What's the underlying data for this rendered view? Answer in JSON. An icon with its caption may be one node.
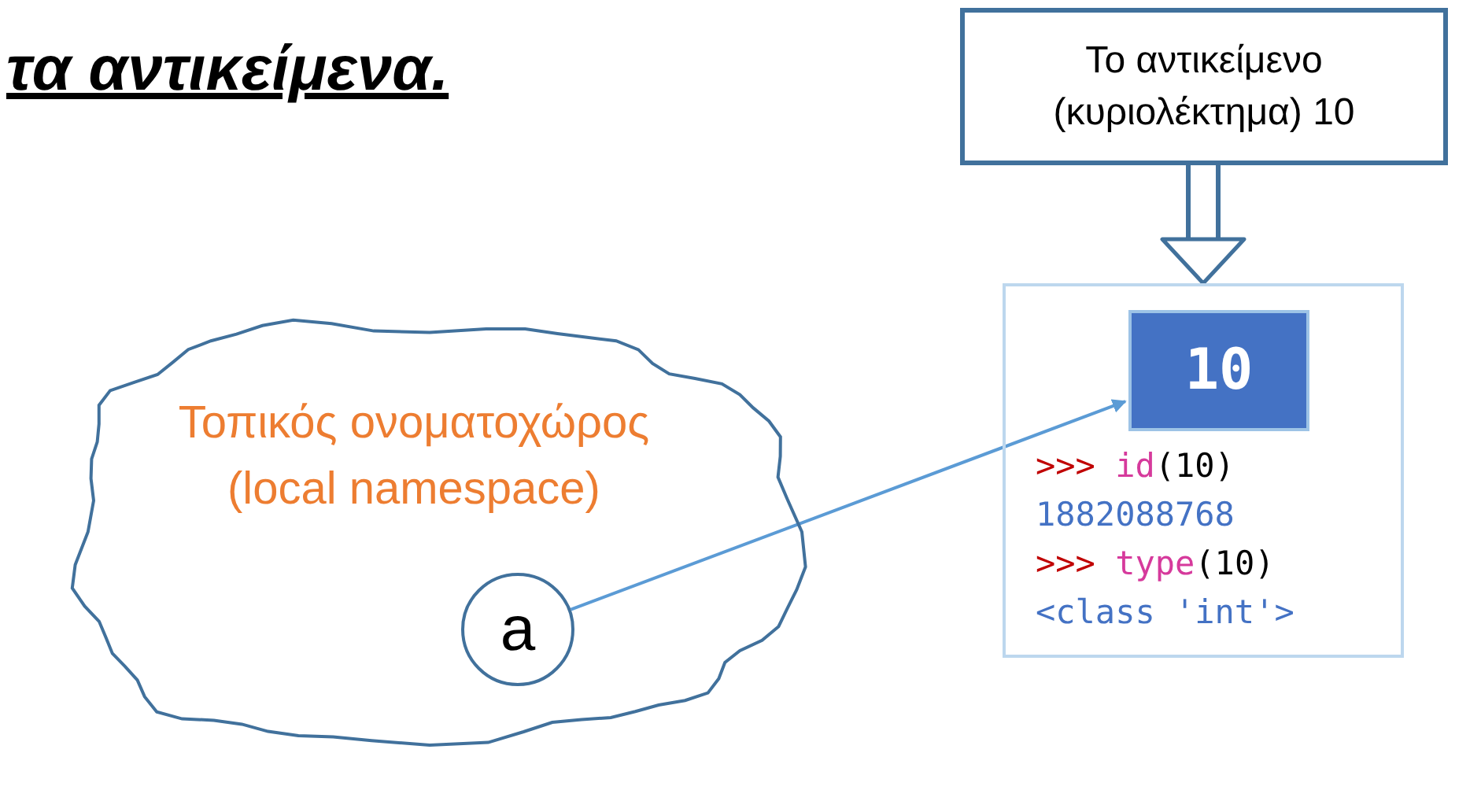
{
  "diagram": {
    "title": "τα αντικείμενα.",
    "nodes": [
      {
        "text": [
          "Τοπικός ονοματοχώρος (local namespace)"
        ]
      },
      {
        "text": [
          "a"
        ],
        "in": 0
      },
      {
        "text": [
          "Το αντικείμενο (κυριολέκτημα) 10"
        ]
      },
      {
        "text": [
          ">>> id(10)",
          "1882088768",
          ">>> type(10)",
          "<class 'int'>"
        ]
      },
      {
        "text": [
          "10"
        ],
        "in": 3
      }
    ],
    "edges": [
      {
        "from": 1,
        "to": 4,
        "arrow": "to"
      },
      {
        "from": 2,
        "to": 3,
        "arrow": "to",
        "style": "thick"
      }
    ]
  }
}
